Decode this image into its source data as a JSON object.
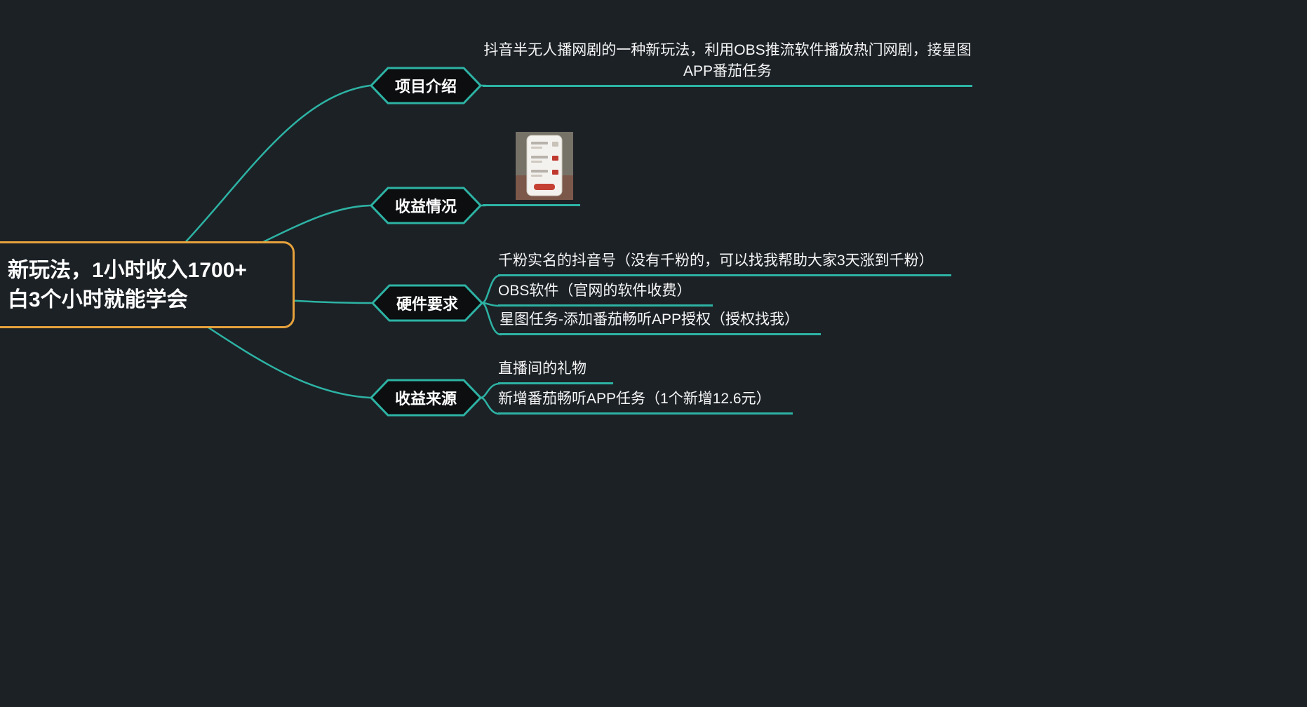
{
  "app": {
    "background_color": "#1c2126",
    "accent_teal": "#2db3a4",
    "accent_orange": "#e6a23c",
    "node_fill": "#0c0e10",
    "text_color": "#ffffff"
  },
  "root": {
    "line1": "新玩法，1小时收入1700+",
    "line2": "白3个小时就能学会"
  },
  "branches": [
    {
      "label": "项目介绍",
      "children": [
        {
          "text": "抖音半无人播网剧的一种新玩法，利用OBS推流软件播放热门网剧，接星图APP番茄任务"
        }
      ]
    },
    {
      "label": "收益情况",
      "children": [
        {
          "image": "phone-earnings-screenshot"
        }
      ]
    },
    {
      "label": "硬件要求",
      "children": [
        {
          "text": "千粉实名的抖音号（没有千粉的，可以找我帮助大家3天涨到千粉）"
        },
        {
          "text": "OBS软件（官网的软件收费）"
        },
        {
          "text": "星图任务-添加番茄畅听APP授权（授权找我）"
        }
      ]
    },
    {
      "label": "收益来源",
      "children": [
        {
          "text": "直播间的礼物"
        },
        {
          "text": "新增番茄畅听APP任务（1个新增12.6元）"
        }
      ]
    }
  ]
}
